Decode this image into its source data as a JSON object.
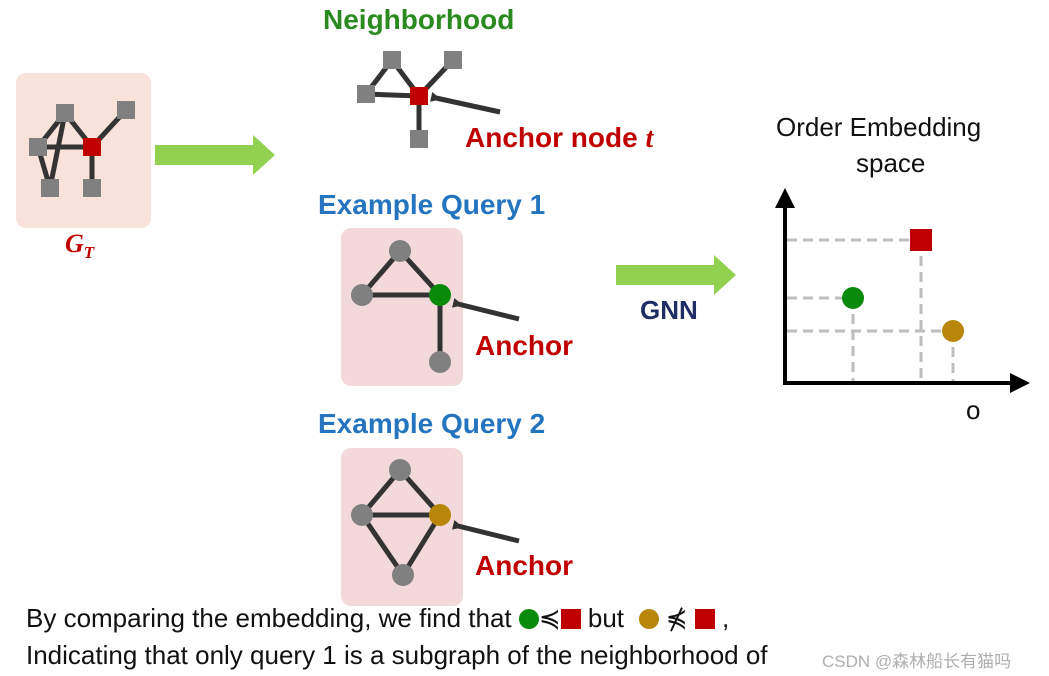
{
  "neighborhood_title": "Neighborhood",
  "anchor_node_label": "Anchor node",
  "anchor_node_var": "t",
  "gt_label": "G",
  "gt_sub": "T",
  "query1_title": "Example Query 1",
  "query2_title": "Example Query 2",
  "anchor_label_1": "Anchor",
  "anchor_label_2": "Anchor",
  "gnn_label": "GNN",
  "embedding_title_line1": "Order Embedding",
  "embedding_title_line2": "space",
  "axis_origin_label": "o",
  "caption_line1_a": "By comparing the embedding, we find that",
  "symbol_leq": "≼",
  "caption_line1_but": "but",
  "symbol_nleq": "⋠",
  "caption_comma": ",",
  "caption_line2": "Indicating that only query 1 is a subgraph of the neighborhood of",
  "watermark": "CSDN @森林船长有猫吗",
  "colors": {
    "green_node": "#0a8a0a",
    "gold_node": "#b8860b",
    "red_node": "#c00000",
    "gray_node": "#808080",
    "arrow_green": "#92d050"
  }
}
